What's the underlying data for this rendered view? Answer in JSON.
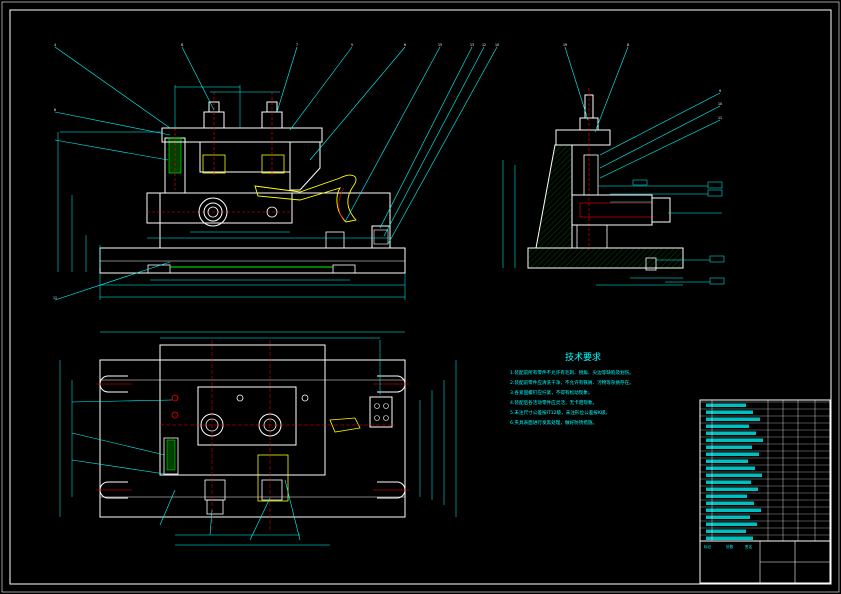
{
  "drawing": {
    "type": "engineering-assembly-drawing",
    "colors": {
      "background": "#000000",
      "outline": "#ffffff",
      "dimension": "#00ffff",
      "hatch": "#00ff00",
      "hidden": "#ff0000",
      "highlight": "#ffff00"
    }
  },
  "balloons": {
    "front": [
      "4",
      "8",
      "8",
      "7",
      "5",
      "6",
      "15",
      "13",
      "12",
      "10",
      "11"
    ],
    "side": [
      "19",
      "8",
      "9",
      "10",
      "11"
    ]
  },
  "technical_requirements": {
    "title": "技术要求",
    "lines": [
      "1.装配前所有零件不允许有毛刺、锐角、尖边等缺陷及划伤。",
      "2.装配前零件应清洗干净，不允许有铁屑、污物等杂质存在。",
      "3.各紧固螺钉应拧紧，不得有松动现象。",
      "4.装配后各活动零件应灵活，无卡阻现象。",
      "5.未注尺寸公差按IT12级，未注形位公差按K级。",
      "6.夹具表面进行发黑处理，做好防锈措施。"
    ]
  },
  "title_block": {
    "label_left": "标记",
    "label_mid": "处数",
    "label_right": "签名"
  }
}
